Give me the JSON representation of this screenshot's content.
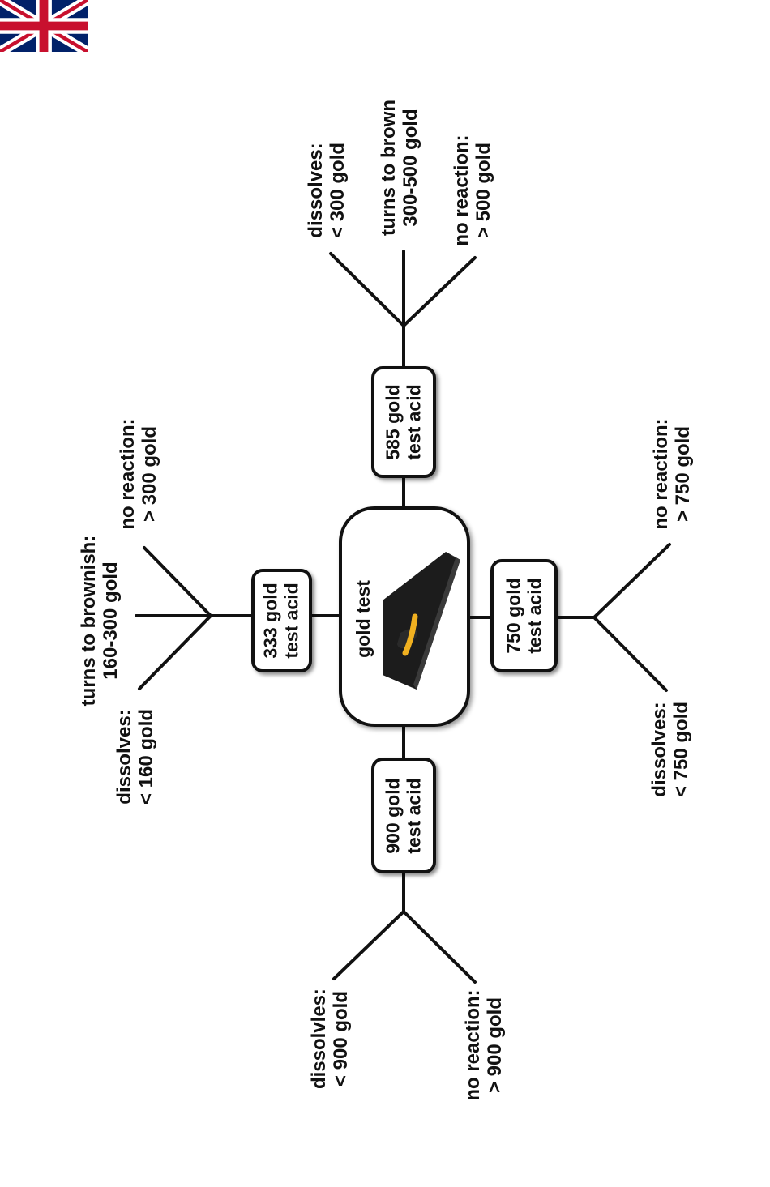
{
  "flag": {
    "icon": "union-jack-flag-icon"
  },
  "center": {
    "title": "gold test",
    "stone_icon": "touchstone-with-gold-streak-icon"
  },
  "acids": {
    "a333": {
      "line1": "333 gold",
      "line2": "test acid"
    },
    "a585": {
      "line1": "585 gold",
      "line2": "test acid"
    },
    "a750": {
      "line1": "750 gold",
      "line2": "test acid"
    },
    "a900": {
      "line1": "900 gold",
      "line2": "test acid"
    }
  },
  "results": {
    "r333_dissolves": {
      "line1": "dissolves:",
      "line2": "< 160 gold"
    },
    "r333_brown": {
      "line1": "turns to brownish:",
      "line2": "160-300 gold"
    },
    "r333_none": {
      "line1": "no reaction:",
      "line2": "> 300 gold"
    },
    "r585_dissolves": {
      "line1": "dissolves:",
      "line2": "< 300 gold"
    },
    "r585_brown": {
      "line1": "turns to brown",
      "line2": "300-500 gold"
    },
    "r585_none": {
      "line1": "no reaction:",
      "line2": "> 500 gold"
    },
    "r750_none": {
      "line1": "no reaction:",
      "line2": "> 750 gold"
    },
    "r750_dissolves": {
      "line1": "dissolves:",
      "line2": "< 750 gold"
    },
    "r900_dissolves": {
      "line1": "dissolvles:",
      "line2": "< 900 gold"
    },
    "r900_none": {
      "line1": "no reaction:",
      "line2": "> 900 gold"
    }
  },
  "colors": {
    "line": "#111111",
    "streak": "#f0b020",
    "stone": "#1c1c1c"
  }
}
